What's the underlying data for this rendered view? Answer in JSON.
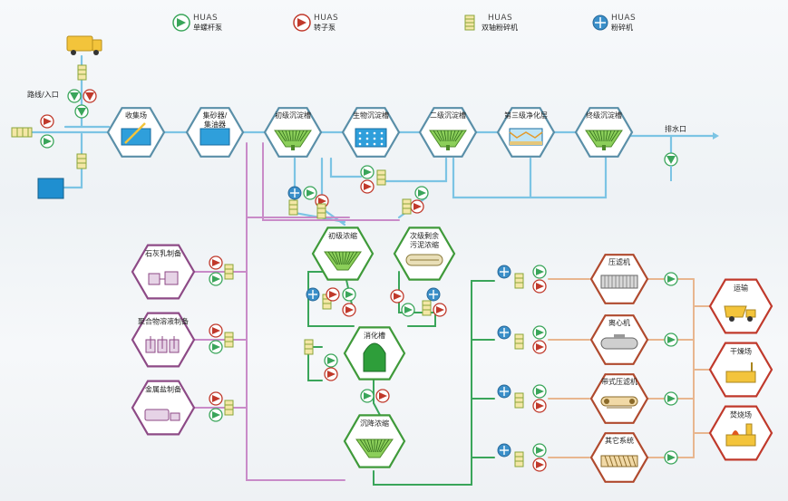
{
  "legend": [
    {
      "brand": "HUAS",
      "label": "单螺杆泵",
      "icon": "single-screw-pump-icon"
    },
    {
      "brand": "HUAS",
      "label": "转子泵",
      "icon": "rotor-pump-icon"
    },
    {
      "brand": "HUAS",
      "label": "双轴粉碎机",
      "icon": "twin-shaft-shredder-icon"
    },
    {
      "brand": "HUAS",
      "label": "粉碎机",
      "icon": "grinder-icon"
    }
  ],
  "inlet_label": "路线/入口",
  "outlet_label": "排水口",
  "water_line": [
    {
      "id": "collection",
      "label": "收集场"
    },
    {
      "id": "grit",
      "label": "集砂器/",
      "label2": "集油器"
    },
    {
      "id": "primary",
      "label": "初级沉淀槽"
    },
    {
      "id": "bio",
      "label": "生物沉淀槽"
    },
    {
      "id": "secondary",
      "label": "二级沉淀槽"
    },
    {
      "id": "tertiary",
      "label": "第三级净化层"
    },
    {
      "id": "final",
      "label": "终级沉淀槽"
    }
  ],
  "chemicals": [
    {
      "id": "lime",
      "label": "石灰乳制备"
    },
    {
      "id": "polymer",
      "label": "聚合物溶液制备"
    },
    {
      "id": "metal",
      "label": "金属盐制备"
    }
  ],
  "sludge": [
    {
      "id": "primary-thickener",
      "label": "初级浓缩"
    },
    {
      "id": "secondary-thickener",
      "label": "次级剩余",
      "label2": "污泥浓缩"
    },
    {
      "id": "digester",
      "label": "消化槽"
    },
    {
      "id": "settling-thickener",
      "label": "沉降浓缩"
    }
  ],
  "dewatering": [
    {
      "id": "filter-press",
      "label": "压滤机"
    },
    {
      "id": "centrifuge",
      "label": "离心机"
    },
    {
      "id": "belt-press",
      "label": "带式压滤机"
    },
    {
      "id": "other",
      "label": "其它系统"
    }
  ],
  "disposal": [
    {
      "id": "transport",
      "label": "运输"
    },
    {
      "id": "drying",
      "label": "干燥场"
    },
    {
      "id": "incineration",
      "label": "焚烧场"
    }
  ],
  "colors": {
    "water": "#7cc4e4",
    "violet": "#c98bc8",
    "green": "#3aa55a",
    "peach": "#e8b68f",
    "hex_water": "#5a8fa8",
    "hex_chem": "#8d4a86",
    "hex_sludge": "#3f9a3a",
    "hex_dewater": "#b04a2e",
    "hex_disposal": "#c0392b"
  }
}
